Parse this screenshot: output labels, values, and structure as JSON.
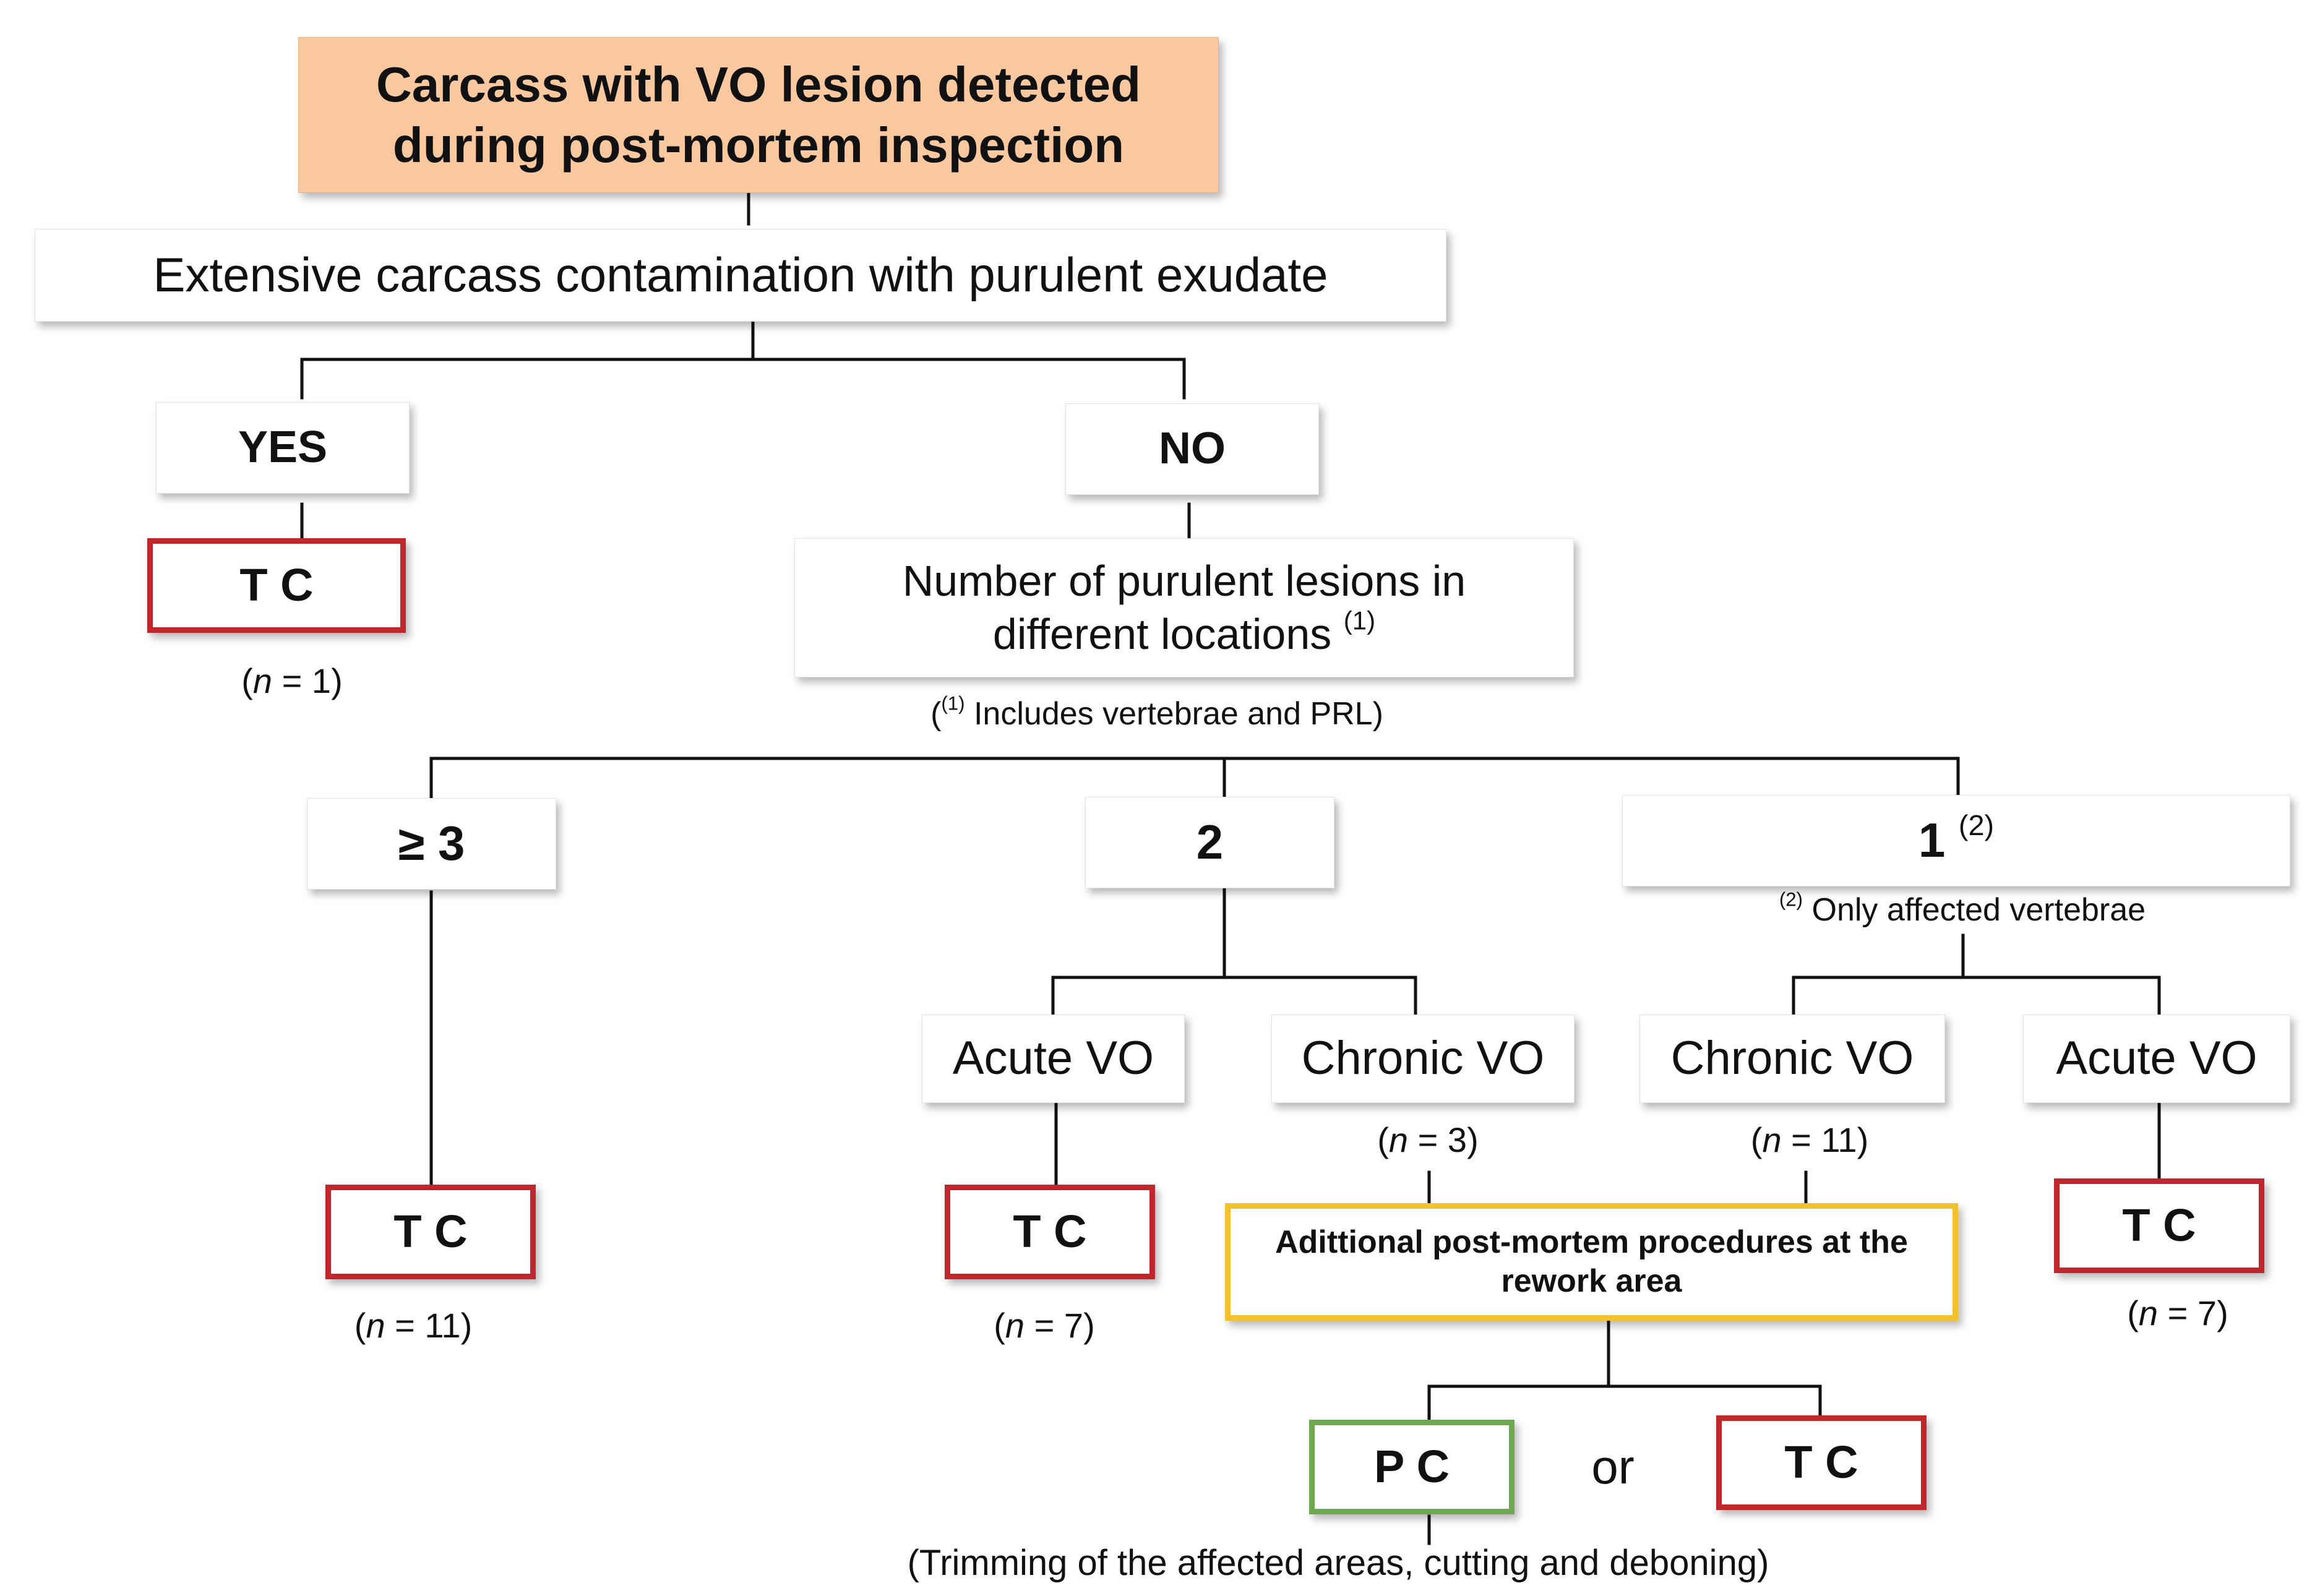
{
  "diagram": {
    "top_box": {
      "line1": "Carcass with VO lesion detected",
      "line2": "during  post-mortem inspection"
    },
    "contamination_question": "Extensive carcass contamination with purulent exudate",
    "answer_yes": "YES",
    "answer_no": "NO",
    "tc_label": "T C",
    "pc_label": "P C",
    "lesions_question": {
      "line1": "Number of purulent lesions in",
      "line2": "different locations",
      "footnote_marker": "(1)"
    },
    "footnote_1": {
      "open": "(",
      "marker": "(1)",
      "text": " Includes vertebrae and PRL)"
    },
    "count_ge3": "≥ 3",
    "count_2": "2",
    "count_1": "1",
    "count_1_marker": "(2)",
    "footnote_2": {
      "marker": "(2)",
      "text": " Only  affected vertebrae"
    },
    "acute_vo": "Acute VO",
    "chronic_vo": "Chronic VO",
    "n_symbol": "n",
    "counts": {
      "yes_tc": "1",
      "ge3_tc": "11",
      "acute2_tc": "7",
      "chronic2": "3",
      "chronic1": "11",
      "acute1_tc": "7"
    },
    "rework_box": {
      "line1": "Adittional post-mortem procedures at the",
      "line2": "rework area"
    },
    "or_label": "or",
    "trimming_note": "(Trimming of the affected areas, cutting and deboning)",
    "colors": {
      "top_fill": "#f9c89e",
      "total_condemnation_border": "#c0272d",
      "partial_condemnation_border": "#6ea84f",
      "rework_border": "#f2c12e"
    }
  }
}
